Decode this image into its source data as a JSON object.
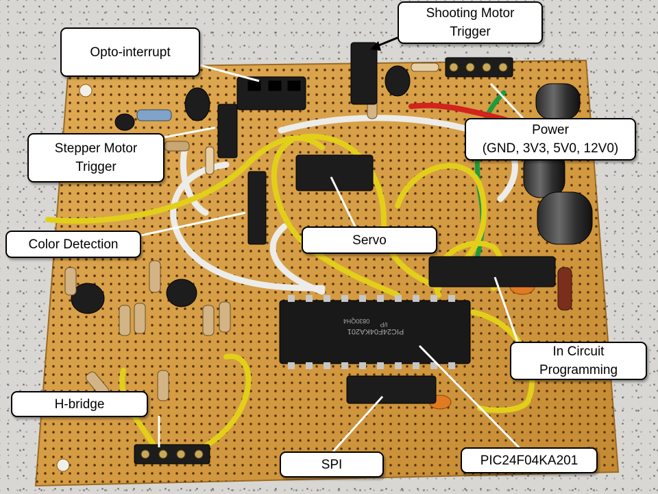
{
  "photo": {
    "subject": "Perfboard circuit with microcontroller, headers, resistors, transistors and jumper wires",
    "chip_marking": [
      "PIC24F04KA201",
      "I/P",
      "0830QH4"
    ]
  },
  "callouts": [
    {
      "id": "shooting",
      "text": "Shooting Motor\nTrigger"
    },
    {
      "id": "opto",
      "text": "Opto-interrupt"
    },
    {
      "id": "power",
      "text": "Power\n(GND, 3V3, 5V0, 12V0)"
    },
    {
      "id": "stepper",
      "text": "Stepper Motor\nTrigger"
    },
    {
      "id": "color",
      "text": "Color Detection"
    },
    {
      "id": "servo",
      "text": "Servo"
    },
    {
      "id": "icp",
      "text": "In Circuit\nProgramming"
    },
    {
      "id": "hbridge",
      "text": "H-bridge"
    },
    {
      "id": "spi",
      "text": "SPI"
    },
    {
      "id": "pic",
      "text": "PIC24F04KA201"
    }
  ],
  "colors": {
    "board": "#d9a24a",
    "board_dark": "#b98330",
    "header_black": "#1c1c1c",
    "wire_yellow": "#e2cf1a",
    "wire_white": "#ececea",
    "wire_green": "#1f9b3d",
    "wire_red": "#d3231c",
    "capacitor_orange": "#e07b22"
  }
}
